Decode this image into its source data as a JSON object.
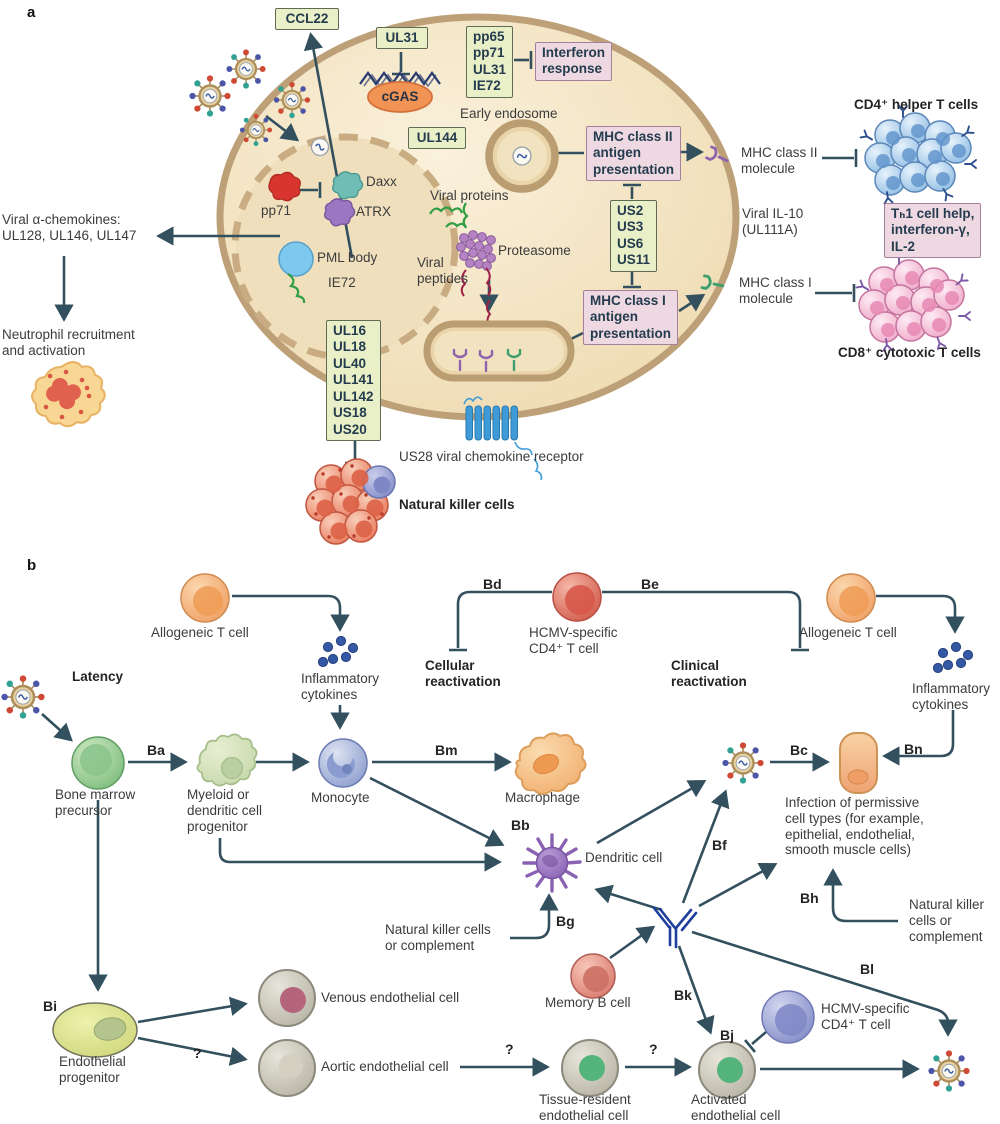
{
  "a": {
    "letter": "a",
    "ccl22": "CCL22",
    "ul31": "UL31",
    "pp_list": "pp65\npp71\nUL31\nIE72",
    "interferon_response": "Interferon\nresponse",
    "ul144": "UL144",
    "early_endosome": "Early endosome",
    "mhc2_presentation": "MHC class II\nantigen\npresentation",
    "mhc2_molecule": "MHC class II\nmolecule",
    "cd4_cells": "CD4⁺ helper T cells",
    "th1_box": "Tₕ1 cell help,\ninterferon-γ,\nIL-2",
    "viral_il10": "Viral IL-10\n(UL111A)",
    "us_list": "US2\nUS3\nUS6\nUS11",
    "mhc1_presentation": "MHC class I\nantigen\npresentation",
    "mhc1_molecule": "MHC class I\nmolecule",
    "cd8_cells": "CD8⁺ cytotoxic T cells",
    "viral_proteins": "Viral proteins",
    "proteasome": "Proteasome",
    "viral_peptides": "Viral\npeptides",
    "daxx": "Daxx",
    "atrx": "ATRX",
    "pp71": "pp71",
    "pml_body": "PML body",
    "ie72": "IE72",
    "cgas": "cGAS",
    "alpha_chemokines": "Viral α-chemokines:\nUL128, UL146, UL147",
    "neutrophil": "Neutrophil recruitment\nand activation",
    "ul16_list": "UL16\nUL18\nUL40\nUL141\nUL142\nUS18\nUS20",
    "us28": "US28 viral chemokine receptor",
    "nk_cells": "Natural killer cells"
  },
  "b": {
    "letter": "b",
    "latency": "Latency",
    "allogeneic_left": "Allogeneic T cell",
    "allogeneic_right": "Allogeneic T cell",
    "cytokines_left": "Inflammatory\ncytokines",
    "cytokines_right": "Inflammatory\ncytokines",
    "hcmv_cd4_top": "HCMV-specific\nCD4⁺ T cell",
    "hcmv_cd4_bottom": "HCMV-specific\nCD4⁺ T cell",
    "cellular_reactivation": "Cellular\nreactivation",
    "clinical_reactivation": "Clinical\nreactivation",
    "bone_marrow": "Bone marrow\nprecursor",
    "myeloid": "Myeloid or\ndendritic cell\nprogenitor",
    "monocyte": "Monocyte",
    "macrophage": "Macrophage",
    "dendritic": "Dendritic cell",
    "infection": "Infection of permissive\ncell types (for example,\nepithelial, endothelial,\nsmooth muscle cells)",
    "nk_complement_left": "Natural killer cells\nor complement",
    "nk_complement_right": "Natural killer\ncells or\ncomplement",
    "memory_b": "Memory B cell",
    "endothelial_progenitor": "Endothelial\nprogenitor",
    "venous": "Venous endothelial cell",
    "aortic": "Aortic endothelial cell",
    "tissue_resident": "Tissue-resident\nendothelial cell",
    "activated": "Activated\nendothelial cell",
    "q": "?",
    "tags": {
      "ba": "Ba",
      "bb": "Bb",
      "bc": "Bc",
      "bd": "Bd",
      "be": "Be",
      "bf": "Bf",
      "bg": "Bg",
      "bh": "Bh",
      "bi": "Bi",
      "bj": "Bj",
      "bk": "Bk",
      "bl": "Bl",
      "bm": "Bm",
      "bn": "Bn"
    }
  },
  "colors": {
    "arrow": "#33505e",
    "green_box_fill": "#e9efc6",
    "green_box_border": "#5f6b55",
    "pink_box_fill": "#eed9e2",
    "pink_box_border": "#a5809a",
    "cell_fill": "#f3e6c6",
    "membrane": "#bda077"
  }
}
